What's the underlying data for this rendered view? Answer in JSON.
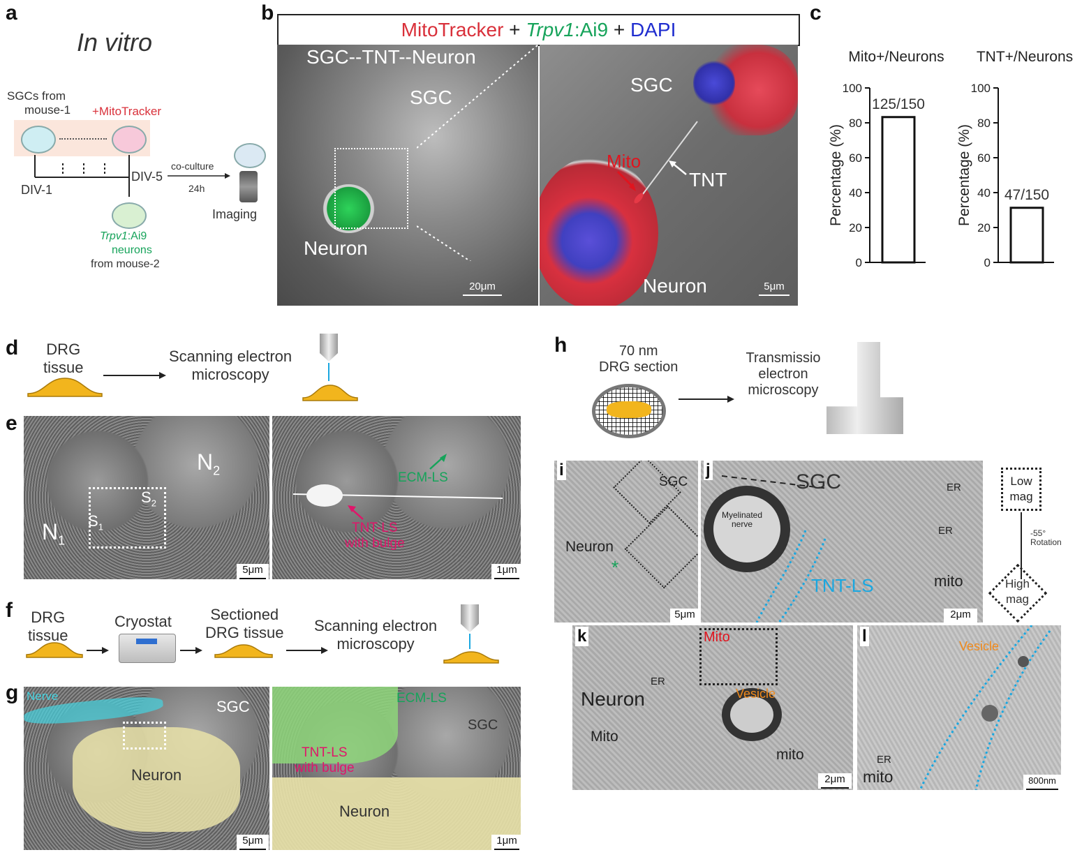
{
  "panels": {
    "a": {
      "label": "a",
      "title": "In vitro",
      "sgcs_from": "SGCs from",
      "mouse1": "mouse-1",
      "mitotracker": "+MitoTracker",
      "div1": "DIV-1",
      "div5": "DIV-5",
      "coculture": "co-culture",
      "hours": "24h",
      "imaging": "Imaging",
      "trpv1": "Trpv1",
      "ai9": ":Ai9",
      "neurons": "neurons",
      "mouse2": "from mouse-2"
    },
    "b": {
      "label": "b",
      "header_red": "MitoTracker",
      "plus1": " + ",
      "header_green": "Trpv1",
      "header_ai9": ":Ai9",
      "plus2": " + ",
      "header_blue": "DAPI",
      "left_title": "SGC--TNT--Neuron",
      "left_sgc": "SGC",
      "left_neuron": "Neuron",
      "left_scale": "20μm",
      "right_sgc": "SGC",
      "right_mito": "Mito",
      "right_tnt": "TNT",
      "right_neuron": "Neuron",
      "right_scale": "5μm"
    },
    "c": {
      "label": "c"
    },
    "d": {
      "label": "d",
      "tissue1": "DRG",
      "tissue2": "tissue",
      "sem1": "Scanning electron",
      "sem2": "microscopy"
    },
    "e": {
      "label": "e",
      "n1": "N",
      "n1sub": "1",
      "n2": "N",
      "n2sub": "2",
      "s1": "S",
      "s1sub": "1",
      "s2": "S",
      "s2sub": "2",
      "scale_left": "5μm",
      "ecm": "ECM-LS",
      "tnt1": "TNT-LS",
      "tnt2": "with bulge",
      "scale_right": "1μm"
    },
    "f": {
      "label": "f",
      "tissue1": "DRG",
      "tissue2": "tissue",
      "cryostat": "Cryostat",
      "sectioned1": "Sectioned",
      "sectioned2": "DRG tissue",
      "sem1": "Scanning electron",
      "sem2": "microscopy"
    },
    "g": {
      "label": "g",
      "nerve": "Nerve",
      "sgc": "SGC",
      "neuron": "Neuron",
      "scale_left": "5μm",
      "ecm": "ECM-LS",
      "sgc_right": "SGC",
      "tnt1": "TNT-LS",
      "tnt2": "with bulge",
      "neuron_right": "Neuron",
      "scale_right": "1μm"
    },
    "h": {
      "label": "h",
      "section1": "70 nm",
      "section2": "DRG section",
      "tem1": "Transmissio",
      "tem2": "electron",
      "tem3": "microscopy"
    },
    "i": {
      "label": "i",
      "sgc": "SGC",
      "neuron": "Neuron",
      "scale": "5μm"
    },
    "j": {
      "label": "j",
      "sgc": "SGC",
      "er1": "ER",
      "er2": "ER",
      "myelin1": "Myelinated",
      "myelin2": "nerve",
      "tnt": "TNT-LS",
      "mito": "mito",
      "scale": "2μm"
    },
    "legend": {
      "low1": "Low",
      "low2": "mag",
      "rotation1": "-55°",
      "rotation2": "Rotation",
      "high1": "High",
      "high2": "mag"
    },
    "k": {
      "label": "k",
      "mito_red": "Mito",
      "er": "ER",
      "neuron": "Neuron",
      "vesicle": "Vesicle",
      "mito_left": "Mito",
      "mito_right": "mito",
      "scale": "2μm"
    },
    "l": {
      "label": "l",
      "vesicle": "Vesicle",
      "er": "ER",
      "mito": "mito",
      "scale": "800nm"
    }
  },
  "chart_data": [
    {
      "type": "bar",
      "title": "Mito+/Neurons",
      "ylabel": "Percentage (%)",
      "ylim": [
        0,
        100
      ],
      "yticks": [
        "0",
        "20",
        "40",
        "60",
        "80",
        "100"
      ],
      "values": [
        83.3
      ],
      "bar_label": "125/150"
    },
    {
      "type": "bar",
      "title": "TNT+/Neurons",
      "ylabel": "Percentage (%)",
      "ylim": [
        0,
        100
      ],
      "yticks": [
        "0",
        "20",
        "40",
        "60",
        "80",
        "100"
      ],
      "values": [
        31.3
      ],
      "bar_label": "47/150"
    }
  ],
  "colors": {
    "red": "#d9303a",
    "green": "#16a35a",
    "blue": "#1f2dcf",
    "magenta": "#e0156a",
    "cyan": "#1aa7e0",
    "orange": "#f08a1c",
    "tissue": "#f2b51d"
  }
}
